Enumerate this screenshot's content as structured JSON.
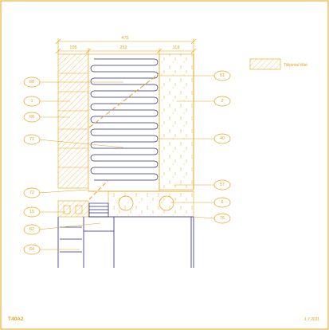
{
  "sheet": {
    "code": "T40A2",
    "date": "1.7.2011",
    "legend_text": "Tiilipinta/ tiilet"
  },
  "dimensions": {
    "total": "475",
    "brick": "105",
    "insulation": "252",
    "timber": "118"
  },
  "labels_left": [
    "60",
    "1",
    "60",
    "71",
    "72",
    "15",
    "62",
    "64"
  ],
  "labels_right": [
    "51",
    "2",
    "40",
    "57",
    "6",
    "76"
  ],
  "colors": {
    "line": "#e8a317",
    "structure": "#2a2a8a",
    "brick_hatch": "#e8a317",
    "background": "#ffffff"
  }
}
